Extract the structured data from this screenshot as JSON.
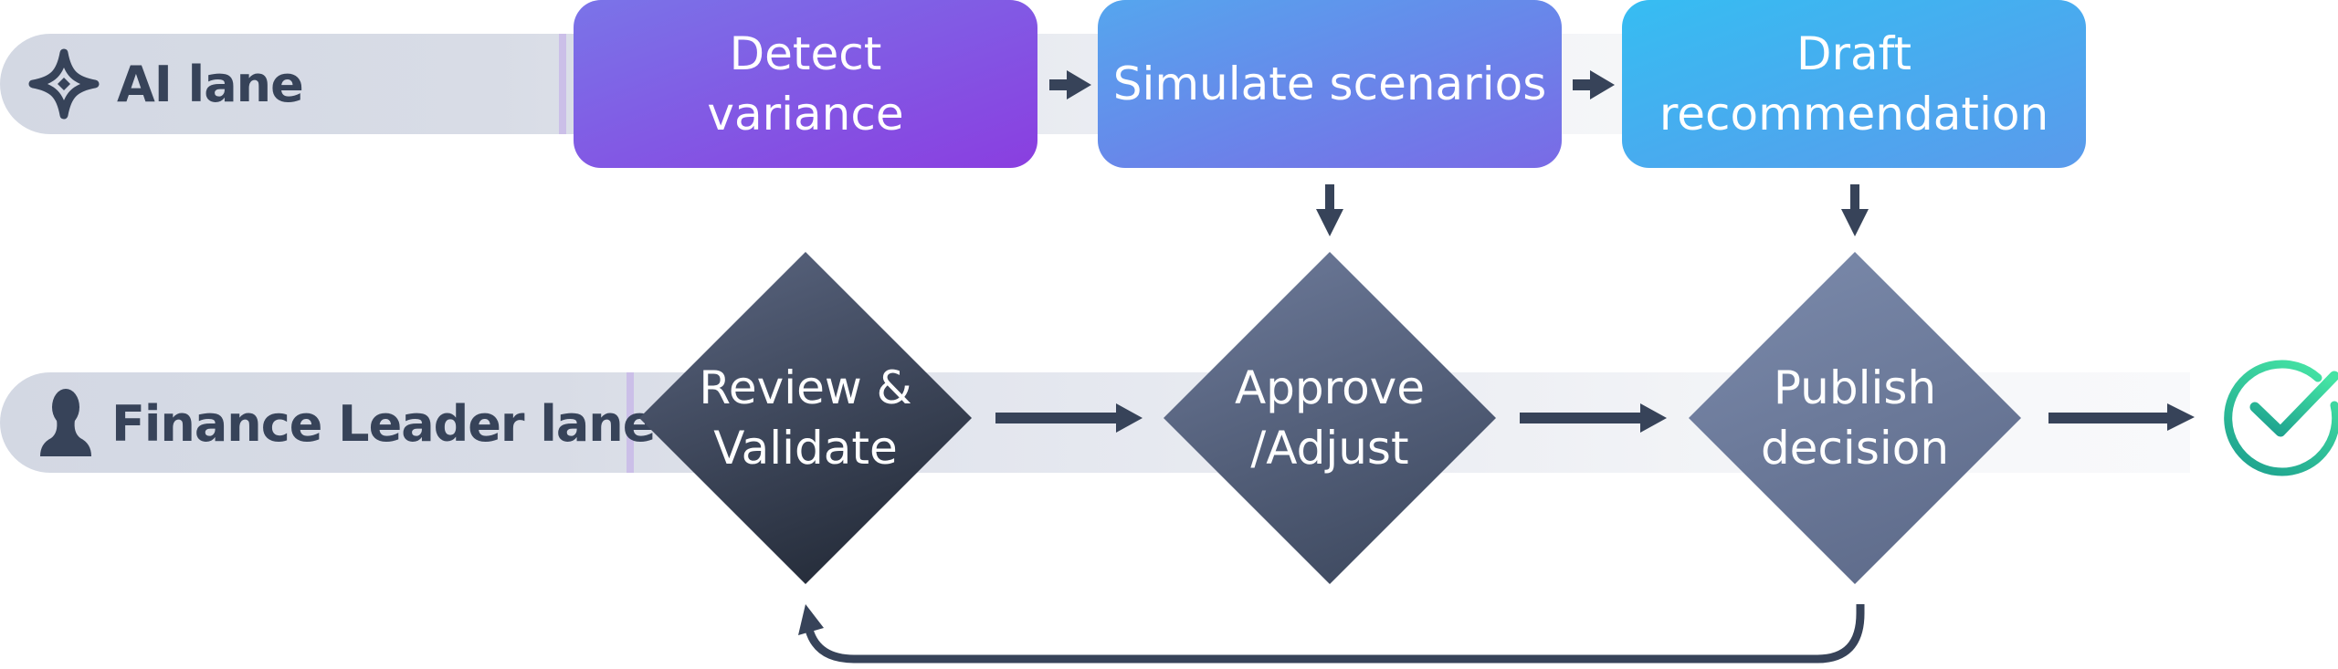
{
  "diagram": {
    "lanes": [
      {
        "id": "ai",
        "label": "AI lane",
        "icon": "sparkle-icon"
      },
      {
        "id": "finance",
        "label": "Finance Leader lane",
        "icon": "person-icon"
      }
    ],
    "ai_steps": [
      {
        "label": "Detect\nvariance",
        "gradient": [
          "#8a3ee0",
          "#7a74e8"
        ]
      },
      {
        "label": "Simulate scenarios",
        "gradient": [
          "#7a6ae6",
          "#55a6ee"
        ]
      },
      {
        "label": "Draft\nrecommendation",
        "gradient": [
          "#5a9aec",
          "#36bdf2"
        ]
      }
    ],
    "decisions": [
      {
        "label": "Review &\nValidate",
        "gradient": [
          "#57627c",
          "#232a37"
        ]
      },
      {
        "label": "Approve\n/Adjust",
        "gradient": [
          "#6a7796",
          "#3e495f"
        ]
      },
      {
        "label": "Publish\ndecision",
        "gradient": [
          "#7988a9",
          "#5e6b8a"
        ]
      }
    ],
    "end_state": {
      "icon": "check-circle-icon",
      "color": "#2ec79a"
    },
    "connectors": [
      {
        "from": "Detect variance",
        "to": "Simulate scenarios"
      },
      {
        "from": "Simulate scenarios",
        "to": "Draft recommendation"
      },
      {
        "from": "Simulate scenarios",
        "to": "Approve /Adjust"
      },
      {
        "from": "Draft recommendation",
        "to": "Publish decision"
      },
      {
        "from": "Review & Validate",
        "to": "Approve /Adjust"
      },
      {
        "from": "Approve /Adjust",
        "to": "Publish decision"
      },
      {
        "from": "Publish decision",
        "to": "Done"
      },
      {
        "from": "Publish decision",
        "to": "Review & Validate",
        "type": "loop-back"
      }
    ],
    "colors": {
      "arrow": "#374359",
      "lane_text": "#374359"
    }
  }
}
